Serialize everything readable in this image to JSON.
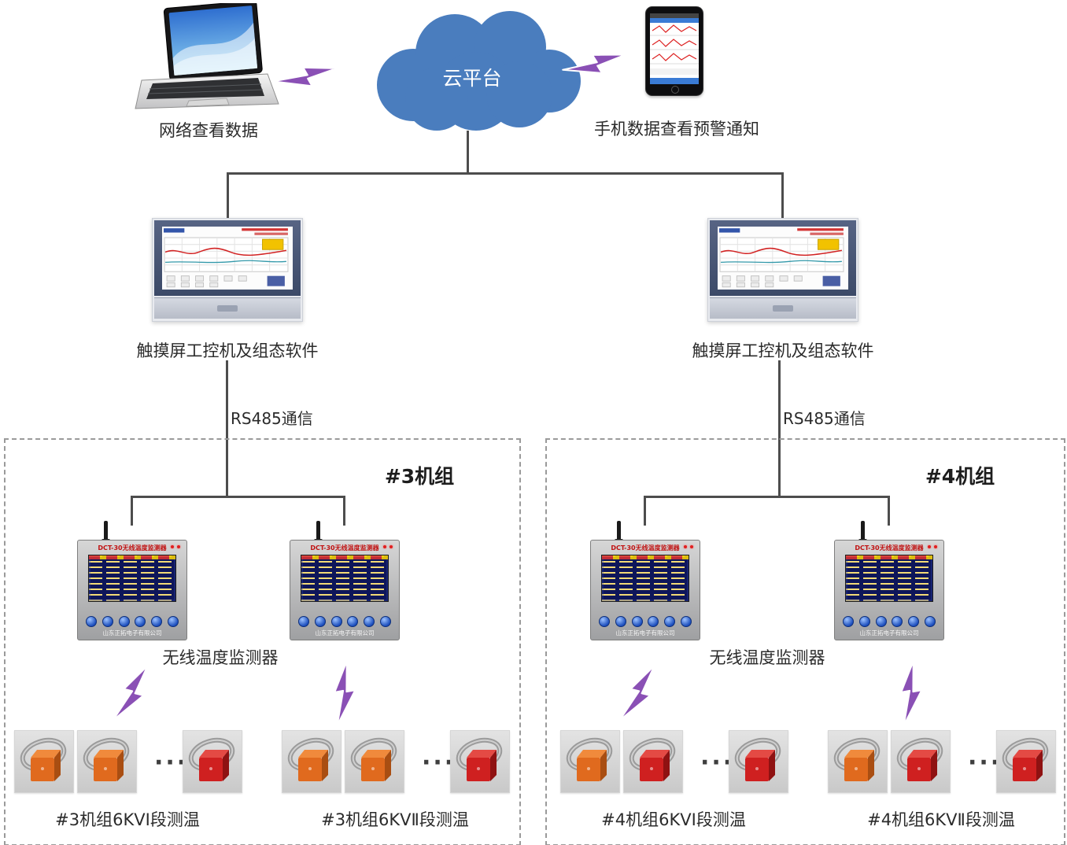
{
  "palette": {
    "cloud_blue": "#4a7dbe",
    "bolt_purple": "#8a50b5",
    "line_gray": "#4d4d4d",
    "device_title_red": "#c11212",
    "device_screen_navy": "#0e165a",
    "button_blue": "#1d4fbd",
    "sensor_orange": "#e06a1e",
    "sensor_red": "#cf2020"
  },
  "cloud": {
    "label": "云平台"
  },
  "laptop": {
    "label": "网络查看数据"
  },
  "phone": {
    "label": "手机数据查看预警通知"
  },
  "hmi_left": {
    "label": "触摸屏工控机及组态软件"
  },
  "hmi_right": {
    "label": "触摸屏工控机及组态软件"
  },
  "rs485_left": {
    "label": "RS485通信"
  },
  "rs485_right": {
    "label": "RS485通信"
  },
  "unit3": {
    "title": "#3机组",
    "monitor_label": "无线温度监测器",
    "device_title": "DCT-30无线温度监测器",
    "device_company": "山东正拓电子有限公司",
    "group1_label": "#3机组6KVⅠ段测温",
    "group2_label": "#3机组6KVⅡ段测温",
    "ellipsis": "···"
  },
  "unit4": {
    "title": "#4机组",
    "monitor_label": "无线温度监测器",
    "device_title": "DCT-30无线温度监测器",
    "device_company": "山东正拓电子有限公司",
    "group1_label": "#4机组6KVⅠ段测温",
    "group2_label": "#4机组6KVⅡ段测温",
    "ellipsis": "···"
  }
}
